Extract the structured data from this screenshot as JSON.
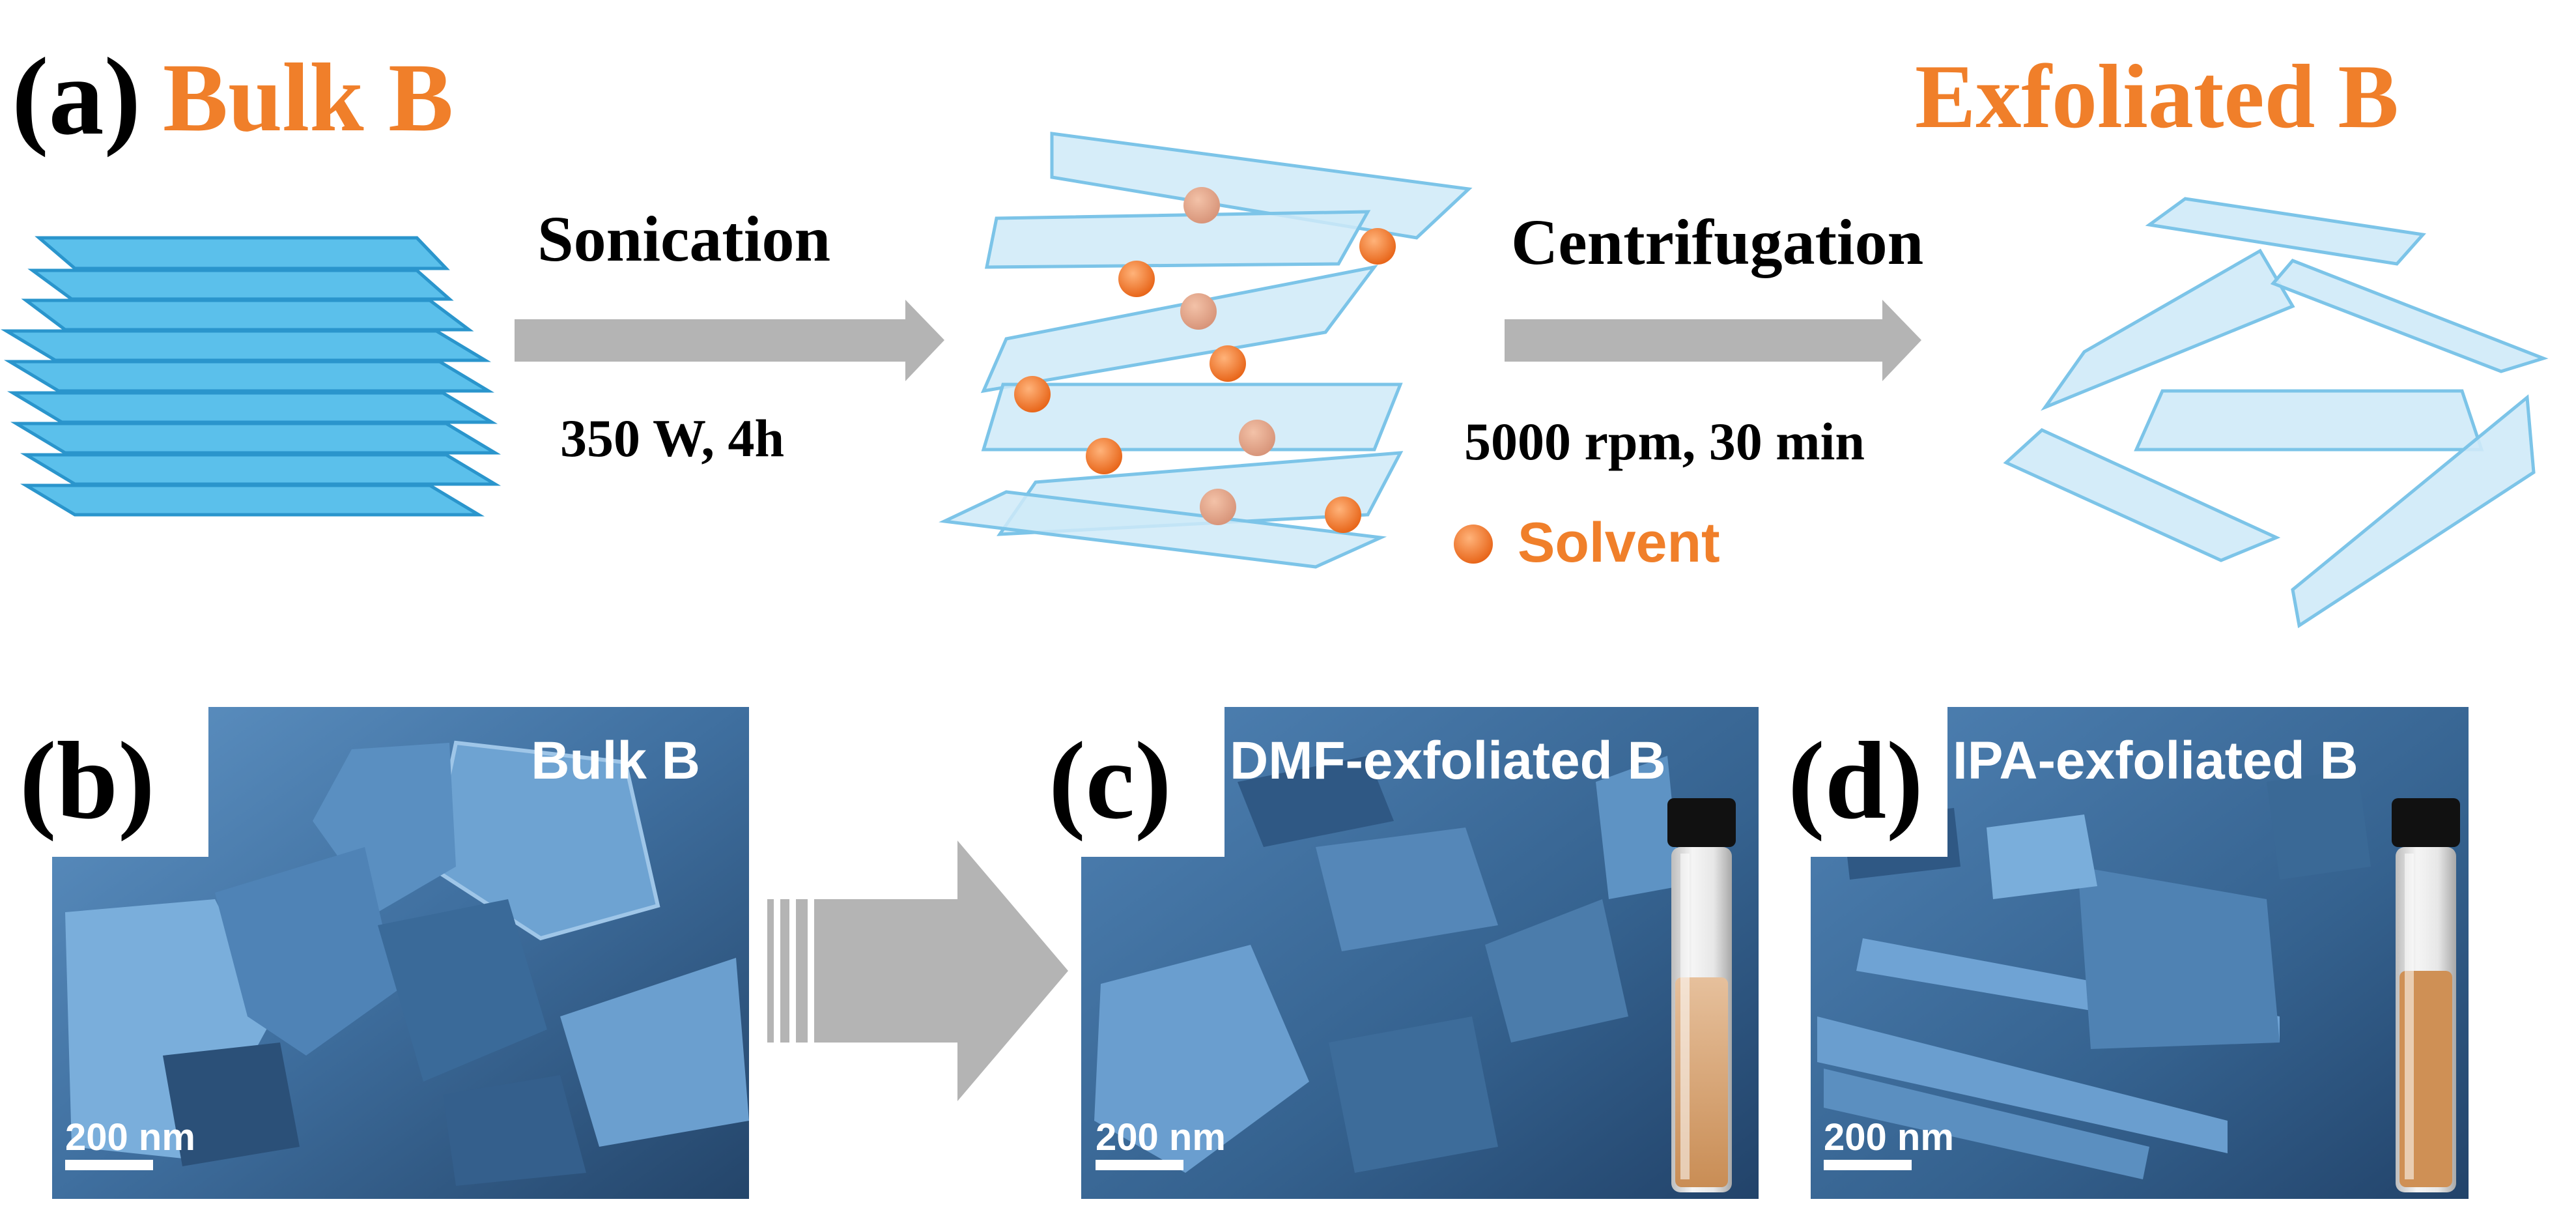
{
  "panel_a": {
    "label": "(a)",
    "bulk_title": "Bulk B",
    "exfoliated_title": "Exfoliated B",
    "step1": {
      "name": "Sonication",
      "condition": "350 W, 4h"
    },
    "step2": {
      "name": "Centrifugation",
      "condition": "5000 rpm, 30 min"
    },
    "legend": {
      "label": "Solvent"
    }
  },
  "panel_b": {
    "label": "(b)",
    "image_title": "Bulk B",
    "scale_bar": "200 nm"
  },
  "panel_c": {
    "label": "(c)",
    "image_title": "DMF-exfoliated B",
    "scale_bar": "200 nm"
  },
  "panel_d": {
    "label": "(d)",
    "image_title": "IPA-exfoliated B",
    "scale_bar": "200 nm"
  },
  "colors": {
    "accent_orange": "#f07f2a",
    "sheet_fill": "#cfeaf8",
    "sheet_stroke": "#7cc4e8",
    "bulk_fill": "#5bc0eb",
    "bulk_stroke": "#2a95cc",
    "arrow_gray": "#b4b4b4",
    "sem_blue": "#4a7fae",
    "sem_dark": "#1f3f63",
    "solution_amber": "#d8a87a"
  }
}
